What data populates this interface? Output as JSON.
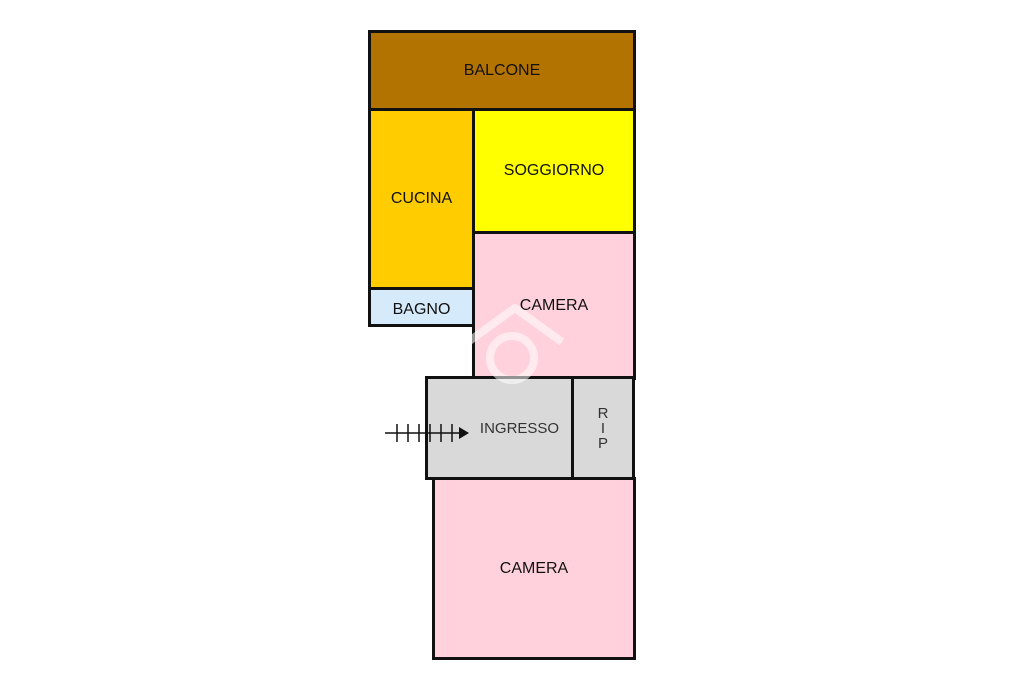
{
  "rooms": {
    "balcone": {
      "label": "BALCONE",
      "color": "#B27300"
    },
    "cucina": {
      "label": "CUCINA",
      "color": "#FFCC00"
    },
    "soggiorno": {
      "label": "SOGGIORNO",
      "color": "#FFFF00"
    },
    "bagno": {
      "label": "BAGNO",
      "color": "#D5EAFB"
    },
    "camera_upper": {
      "label": "CAMERA",
      "color": "#FFD1DC"
    },
    "ingresso": {
      "label": "INGRESSO",
      "color": "#D9D9D9"
    },
    "ripostiglio": {
      "label": "RIP",
      "color": "#D9D9D9"
    },
    "camera_lower": {
      "label": "CAMERA",
      "color": "#FFD1DC"
    }
  },
  "entry_marker": {
    "icon": "entrance-arrow-icon"
  },
  "watermark": {
    "icon": "house-logo-icon"
  }
}
